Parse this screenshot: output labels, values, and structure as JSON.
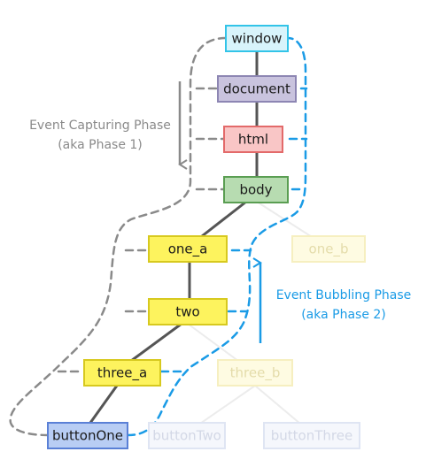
{
  "colors": {
    "background": "#ffffff",
    "tree_line": "#555555",
    "capture_path": "#8a8a8a",
    "bubble_path": "#1a9be6",
    "capture_text": "#8a8a8a",
    "bubble_text": "#1a9be6"
  },
  "nodes": {
    "window": {
      "label": "window",
      "fill": "#d8f4fb",
      "stroke": "#32c4e8",
      "text": "#1a1a1a"
    },
    "document": {
      "label": "document",
      "fill": "#c9c3de",
      "stroke": "#8d86b3",
      "text": "#1a1a1a"
    },
    "html": {
      "label": "html",
      "fill": "#f9c6c6",
      "stroke": "#e36a6a",
      "text": "#1a1a1a"
    },
    "body": {
      "label": "body",
      "fill": "#b7dcb1",
      "stroke": "#5a9e52",
      "text": "#1a1a1a"
    },
    "one_a": {
      "label": "one_a",
      "fill": "#fdf35e",
      "stroke": "#d7c91f",
      "text": "#1a1a1a"
    },
    "one_b": {
      "label": "one_b",
      "fill": "#fefbe2",
      "stroke": "#f6efc0",
      "text": "#e4dcaa"
    },
    "two": {
      "label": "two",
      "fill": "#fdf35e",
      "stroke": "#d7c91f",
      "text": "#1a1a1a"
    },
    "three_a": {
      "label": "three_a",
      "fill": "#fdf35e",
      "stroke": "#d7c91f",
      "text": "#1a1a1a"
    },
    "three_b": {
      "label": "three_b",
      "fill": "#fefbe2",
      "stroke": "#f6efc0",
      "text": "#e4dcaa"
    },
    "buttonOne": {
      "label": "buttonOne",
      "fill": "#b8cdf4",
      "stroke": "#5a80d6",
      "text": "#1a1a1a"
    },
    "buttonTwo": {
      "label": "buttonTwo",
      "fill": "#f5f7fc",
      "stroke": "#dfe5f3",
      "text": "#d3d8e6"
    },
    "buttonThree": {
      "label": "buttonThree",
      "fill": "#f5f7fc",
      "stroke": "#dfe5f3",
      "text": "#d3d8e6"
    }
  },
  "capturing": {
    "title": "Event Capturing Phase",
    "subtitle": "(aka Phase 1)"
  },
  "bubbling": {
    "title": "Event Bubbling Phase",
    "subtitle": "(aka Phase 2)"
  }
}
